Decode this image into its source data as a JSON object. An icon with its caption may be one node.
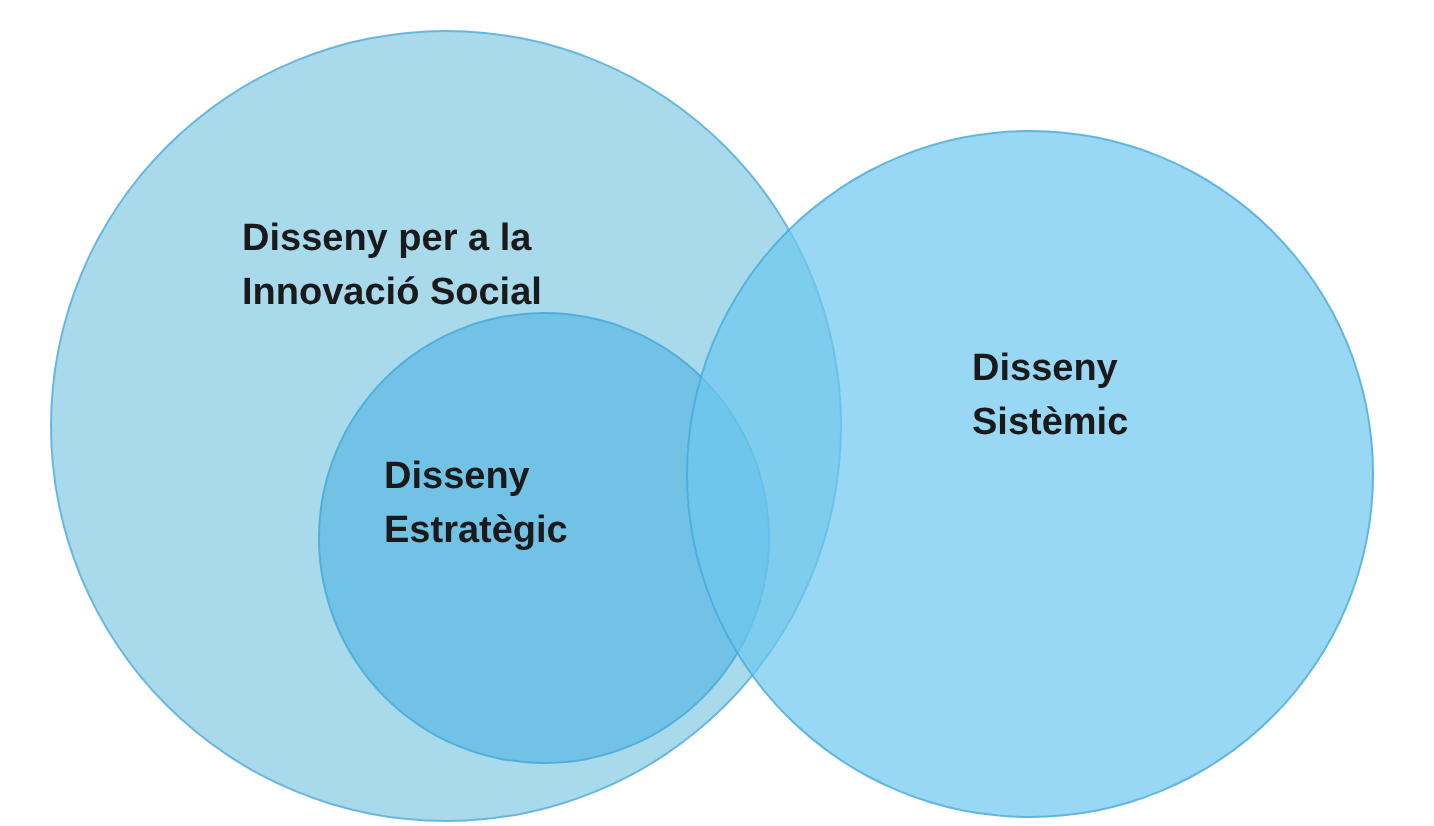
{
  "diagram": {
    "nodes": [
      {
        "text": [
          "Disseny per a la Innovació Social"
        ]
      },
      {
        "text": [
          "Disseny Sistèmic"
        ]
      },
      {
        "text": [
          "Disseny Estratègic"
        ],
        "in": 0
      }
    ]
  }
}
